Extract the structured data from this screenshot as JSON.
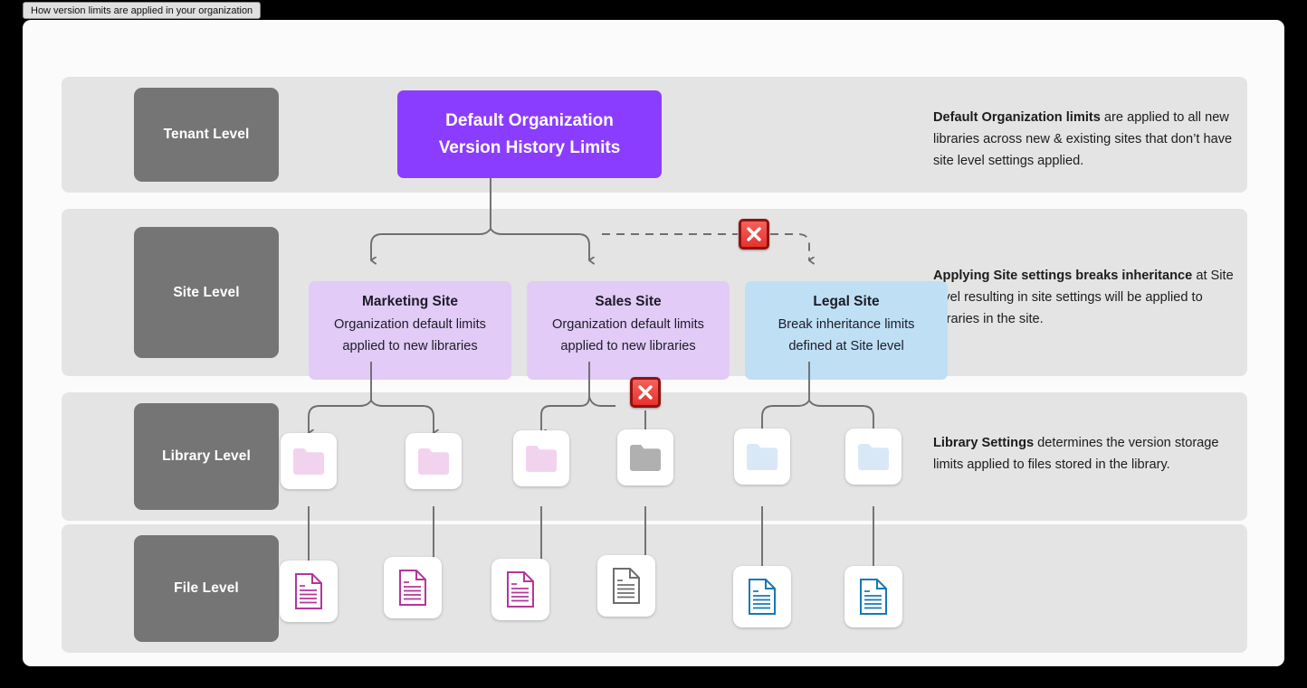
{
  "window": {
    "title": "How version limits are applied in your organization"
  },
  "levels": [
    {
      "key": "tenant",
      "label": "Tenant Level"
    },
    {
      "key": "site",
      "label": "Site Level"
    },
    {
      "key": "library",
      "label": "Library Level"
    },
    {
      "key": "file",
      "label": "File Level"
    }
  ],
  "root": {
    "line1": "Default Organization",
    "line2": "Version History Limits",
    "color": "#8b3dff"
  },
  "sites": [
    {
      "name": "Marketing Site",
      "desc_line1": "Organization default limits",
      "desc_line2": "applied to new libraries",
      "color": "#e2cbf7",
      "inherits": true
    },
    {
      "name": "Sales Site",
      "desc_line1": "Organization default limits",
      "desc_line2": "applied to new libraries",
      "color": "#e2cbf7",
      "inherits": true
    },
    {
      "name": "Legal Site",
      "desc_line1": "Break inheritance limits",
      "desc_line2": "defined at Site level",
      "color": "#bfdff5",
      "inherits": false
    }
  ],
  "notes": {
    "tenant": {
      "bold": "Default Organization limits",
      "rest": " are applied to all new libraries across new & existing sites that don’t have site level settings applied."
    },
    "site": {
      "bold": "Applying Site settings breaks inheritance",
      "rest": " at Site level resulting in site settings will be applied to libraries in the site."
    },
    "library": {
      "bold": "Library Settings",
      "rest": " determines the version storage limits applied to files stored in the library."
    }
  },
  "libraries": [
    {
      "name": "library-1",
      "icon": "folder-icon",
      "color": "#f2d3ee",
      "inherits": true
    },
    {
      "name": "library-2",
      "icon": "folder-icon",
      "color": "#f2d3ee",
      "inherits": true
    },
    {
      "name": "library-3",
      "icon": "folder-icon",
      "color": "#f2d3ee",
      "inherits": true
    },
    {
      "name": "library-4",
      "icon": "folder-icon",
      "color": "#b0b0b0",
      "inherits": false
    },
    {
      "name": "library-5",
      "icon": "folder-icon",
      "color": "#d9e8f7",
      "inherits": true
    },
    {
      "name": "library-6",
      "icon": "folder-icon",
      "color": "#d9e8f7",
      "inherits": true
    }
  ],
  "files": [
    {
      "name": "file-1",
      "icon": "document-icon",
      "color": "#b5359b"
    },
    {
      "name": "file-2",
      "icon": "document-icon",
      "color": "#b5359b"
    },
    {
      "name": "file-3",
      "icon": "document-icon",
      "color": "#b5359b"
    },
    {
      "name": "file-4",
      "icon": "document-icon",
      "color": "#6e6e6e"
    },
    {
      "name": "file-5",
      "icon": "document-icon",
      "color": "#1579b4"
    },
    {
      "name": "file-6",
      "icon": "document-icon",
      "color": "#1579b4"
    }
  ],
  "blockers": [
    {
      "name": "break-inheritance-site-legal",
      "glyph": "✕"
    },
    {
      "name": "break-inheritance-library-sales",
      "glyph": "✕"
    }
  ],
  "colors": {
    "band": "#e4e4e4",
    "level_chip": "#757575",
    "connector": "#6e6e6e",
    "blocker_fill": "#e8322c",
    "blocker_border": "#8f1410"
  }
}
